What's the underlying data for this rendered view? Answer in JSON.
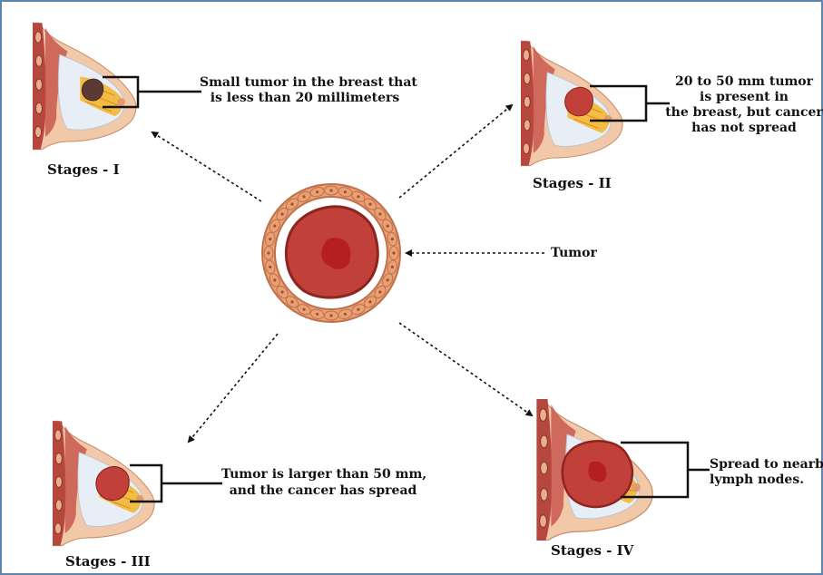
{
  "stages": [
    {
      "label": "Stages - I",
      "description": [
        "Small tumor in the breast that",
        "is less than 20 millimeters"
      ]
    },
    {
      "label": "Stages - II",
      "description": [
        "20 to 50 mm tumor",
        "is present in",
        "the breast, but cancer",
        "has not spread"
      ]
    },
    {
      "label": "Stages - III",
      "description": [
        "Tumor is larger than 50 mm,",
        "and the cancer has spread"
      ]
    },
    {
      "label": "Stages - IV",
      "description": [
        "Spread to nearby",
        "lymph nodes."
      ]
    }
  ],
  "center": {
    "label": "Tumor"
  },
  "colors": {
    "frame": "#5b86b0",
    "skin": "#f2c9a8",
    "muscle": "#b5473f",
    "muscle_dark": "#8e3029",
    "fat": "#f3b632",
    "gland": "#e8eef6",
    "tumor_small": "#5a3a33",
    "tumor_mid": "#c2403a",
    "tumor_core": "#b51f1f",
    "cell": "#e9a074",
    "cell_border": "#c0704a"
  }
}
